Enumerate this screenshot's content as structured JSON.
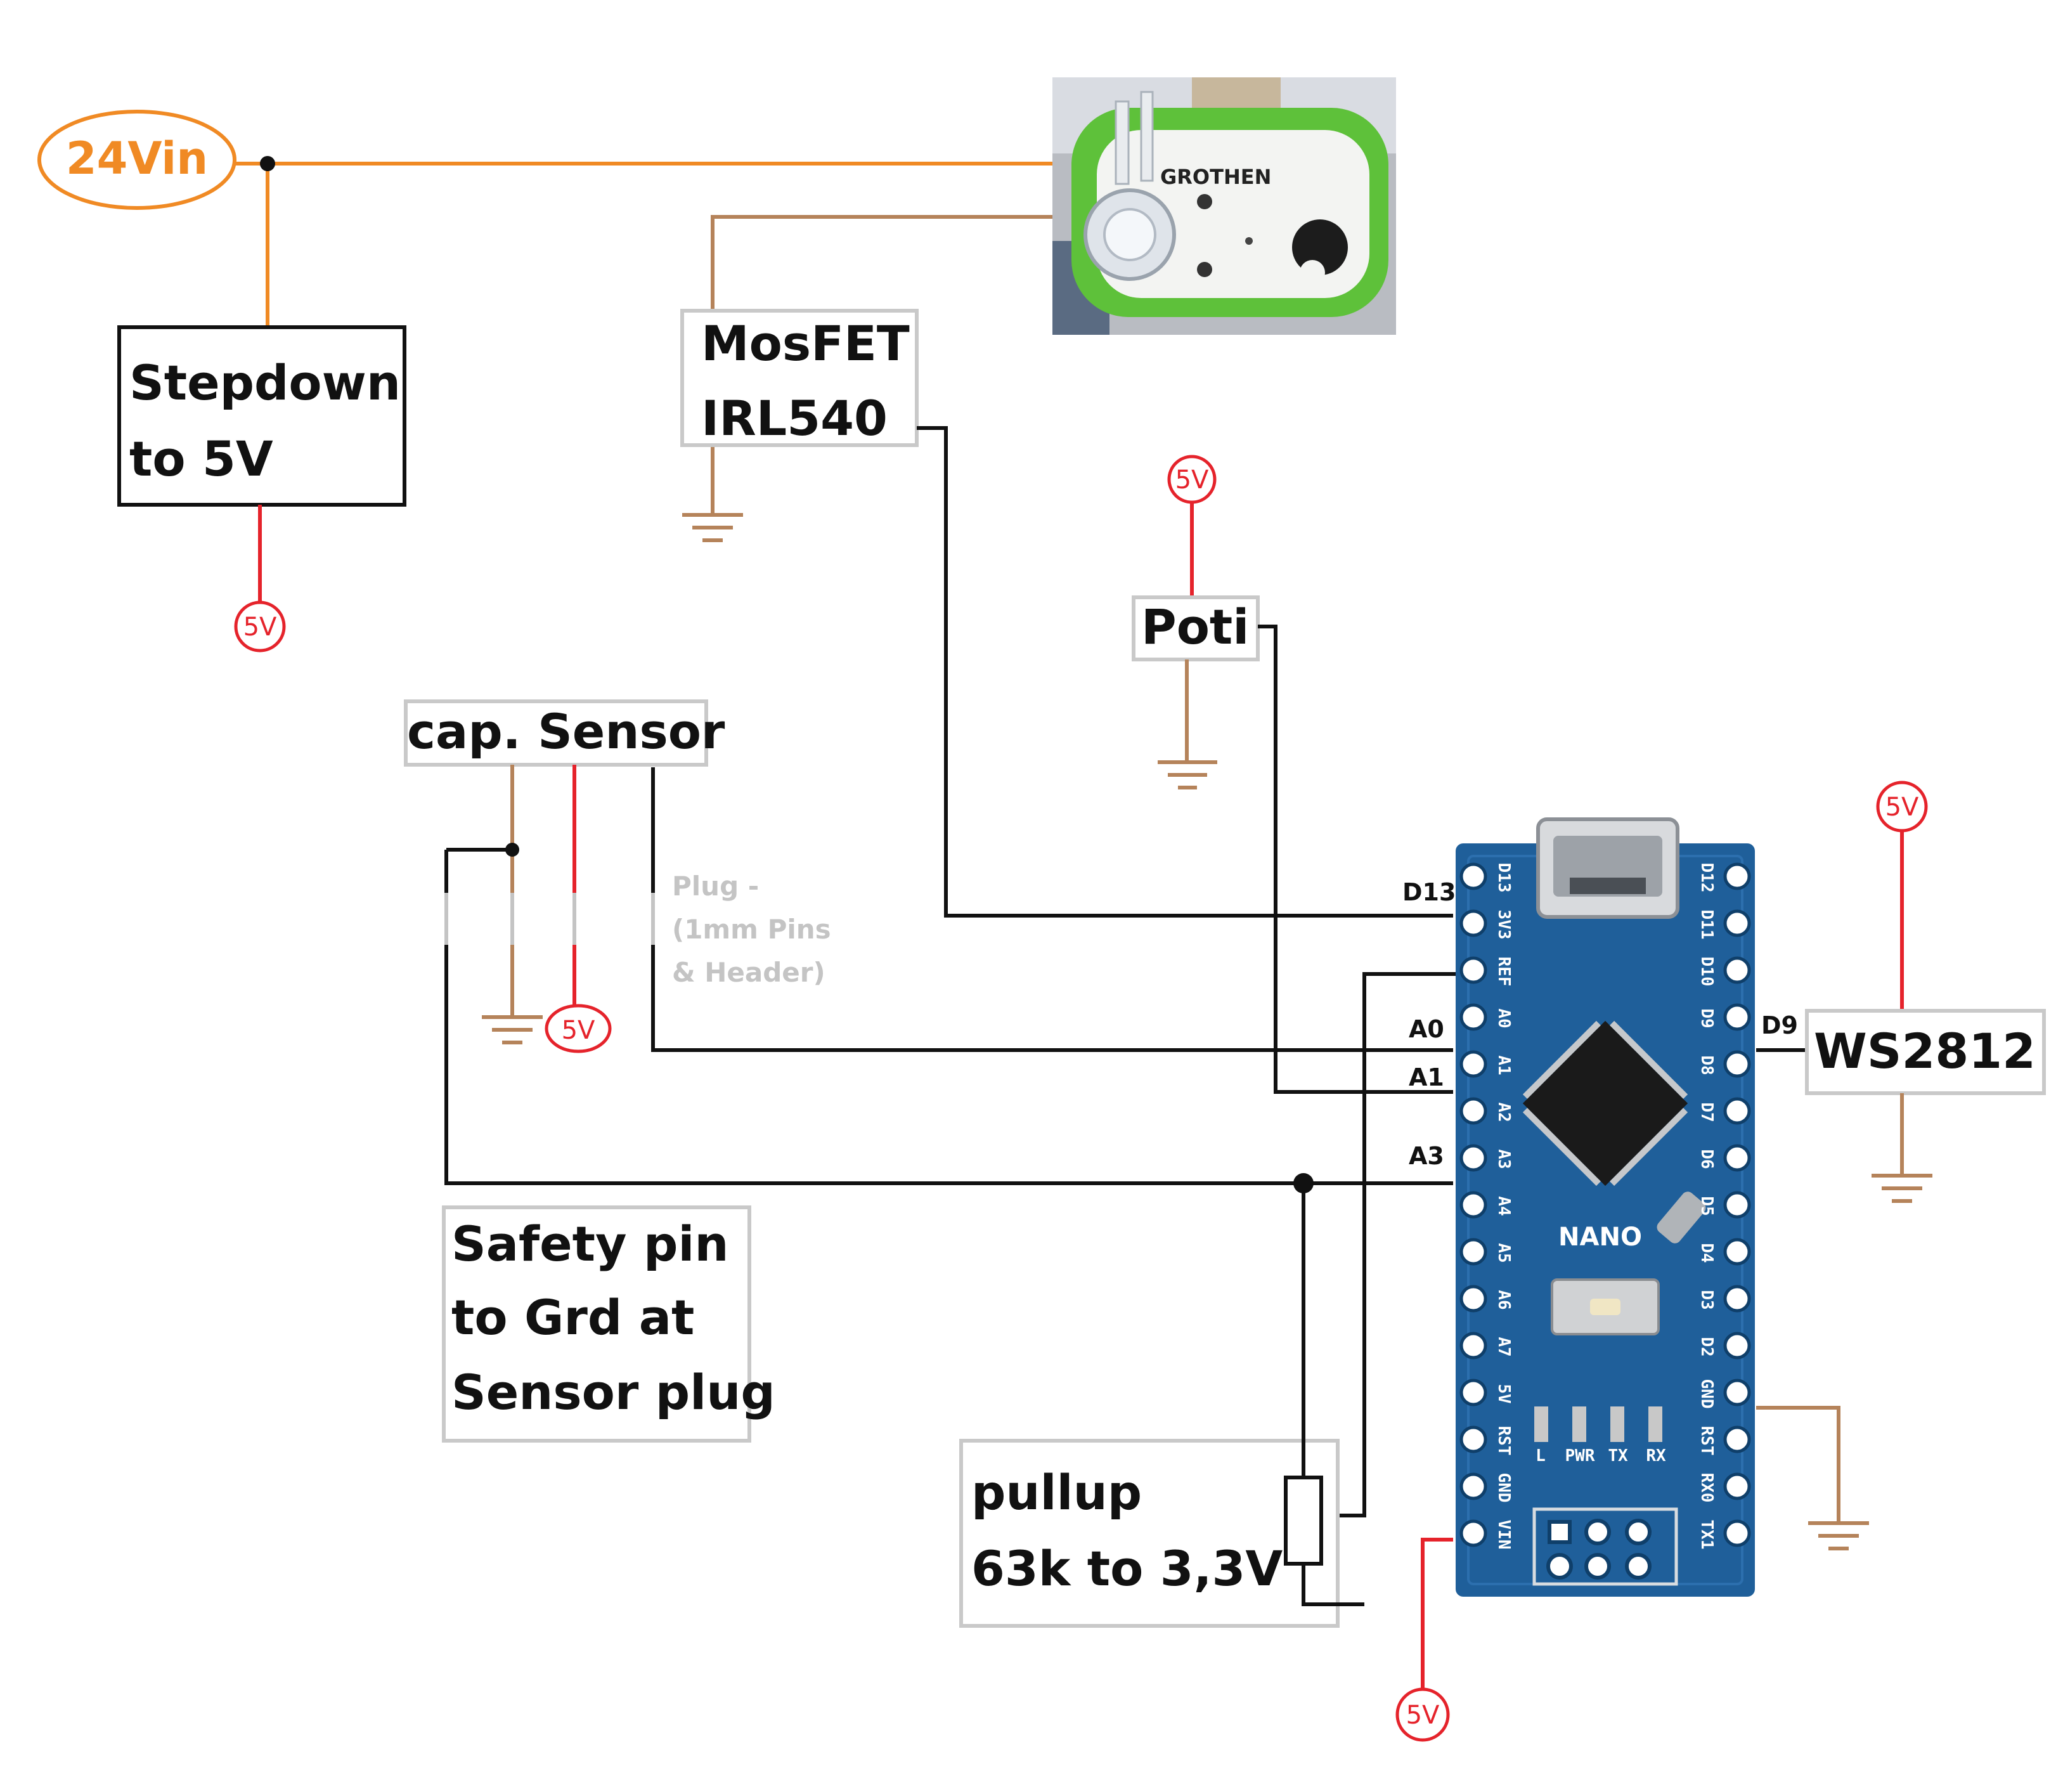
{
  "power": {
    "input_label": "24Vin",
    "v5_label": "5V"
  },
  "colors": {
    "power_24v": "#f08a24",
    "wire_gnd": "#b5835a",
    "wire_5v": "#e5232b",
    "wire_signal": "#111111",
    "box_border_light": "#c9c9c9",
    "board_blue": "#1f5f9a",
    "plug_text": "#c4c4c4"
  },
  "pump": {
    "brand": "GROTHEN"
  },
  "stepdown": {
    "line1": "Stepdown",
    "line2": "to 5V"
  },
  "mosfet": {
    "line1": "MosFET",
    "line2": "IRL540"
  },
  "poti": {
    "label": "Poti"
  },
  "sensor": {
    "label": "cap. Sensor"
  },
  "plug": {
    "line1": "Plug -",
    "line2": "(1mm Pins",
    "line3": "& Header)"
  },
  "safety": {
    "line1": "Safety pin",
    "line2": "to Grd at",
    "line3": "Sensor plug"
  },
  "pullup": {
    "line1": "pullup",
    "line2": "63k to 3,3V"
  },
  "ws2812": {
    "label": "WS2812"
  },
  "pins": {
    "d13": "D13",
    "a0": "A0",
    "a1": "A1",
    "a3": "A3",
    "d9": "D9"
  },
  "board": {
    "name": "NANO",
    "left_pins": [
      "D13",
      "3V3",
      "REF",
      "A0",
      "A1",
      "A2",
      "A3",
      "A4",
      "A5",
      "A6",
      "A7",
      "5V",
      "RST",
      "GND",
      "VIN"
    ],
    "right_pins": [
      "D12",
      "D11",
      "D10",
      "D9",
      "D8",
      "D7",
      "D6",
      "D5",
      "D4",
      "D3",
      "D2",
      "GND",
      "RST",
      "RX0",
      "TX1"
    ],
    "led_labels": [
      "L",
      "PWR",
      "TX",
      "RX"
    ]
  }
}
